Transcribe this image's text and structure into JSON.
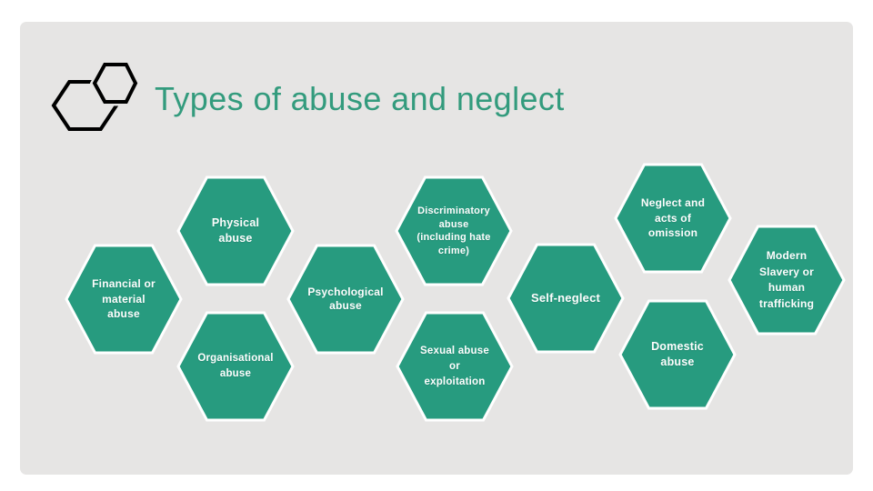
{
  "slide": {
    "title": "Types of abuse and neglect"
  },
  "colors": {
    "hexagon_fill": "#279B7F",
    "hexagon_outline": "#FFFFFF",
    "hexagon_label_text": "#FDFDFD",
    "title_text": "#339B7D",
    "slide_background": "#E6E5E4",
    "page_background": "#FFFFFF",
    "logo_outline": "#000000"
  },
  "hexagons": [
    {
      "name": "physical-abuse",
      "label": "Physical\nabuse"
    },
    {
      "name": "discriminatory-abuse",
      "label": "Discriminatory\nabuse\n(including hate\ncrime)"
    },
    {
      "name": "neglect-and-acts-of-omission",
      "label": "Neglect and\nacts of\nomission"
    },
    {
      "name": "modern-slavery",
      "label": "Modern\nSlavery or\nhuman\ntrafficking"
    },
    {
      "name": "financial-or-material-abuse",
      "label": "Financial or\nmaterial\nabuse"
    },
    {
      "name": "psychological-abuse",
      "label": "Psychological\nabuse"
    },
    {
      "name": "self-neglect",
      "label": "Self-neglect"
    },
    {
      "name": "organisational-abuse",
      "label": "Organisational\nabuse"
    },
    {
      "name": "sexual-abuse-or-exploitation",
      "label": "Sexual abuse\nor\nexploitation"
    },
    {
      "name": "domestic-abuse",
      "label": "Domestic\nabuse"
    }
  ]
}
